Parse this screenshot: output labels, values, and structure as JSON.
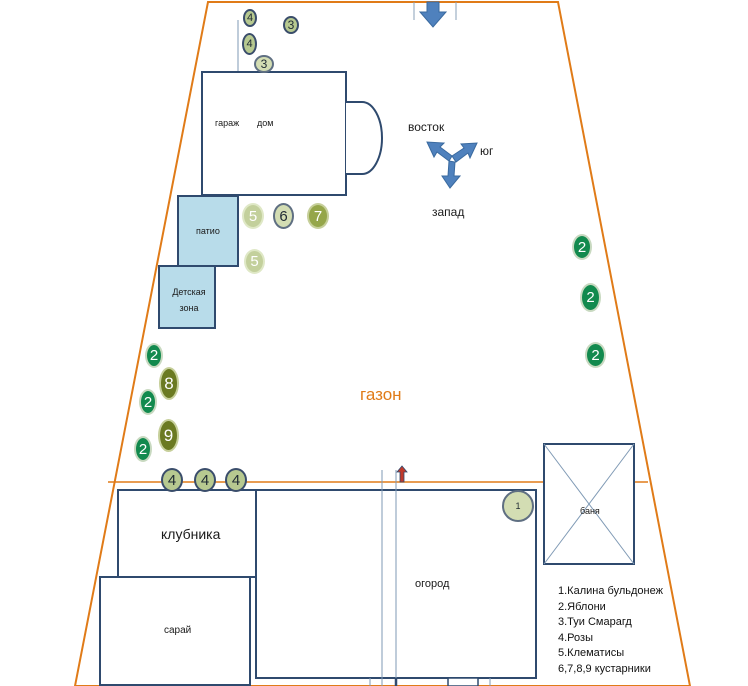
{
  "labels": {
    "garage": "гараж",
    "house": "дом",
    "patio": "патио",
    "kids_zone": "Детская зона",
    "lawn": "газон",
    "strawberry": "клубника",
    "shed": "сарай",
    "garden": "огород",
    "sauna": "баня"
  },
  "compass": {
    "east": "восток",
    "south": "юг",
    "west": "запад"
  },
  "plants": {
    "top_4a": "4",
    "top_3a": "3",
    "top_4b": "4",
    "top_3b": "3",
    "patio_5a": "5",
    "patio_6": "6",
    "patio_7": "7",
    "patio_5b": "5",
    "right_2a": "2",
    "right_2b": "2",
    "right_2c": "2",
    "left_2a": "2",
    "left_8": "8",
    "left_2b": "2",
    "left_9": "9",
    "left_2c": "2",
    "row_4a": "4",
    "row_4b": "4",
    "row_4c": "4",
    "garden_1": "1"
  },
  "legend": [
    "1.Калина бульдонеж",
    "2.Яблони",
    "3.Туи Смарагд",
    "4.Розы",
    "5.Клематисы",
    "6,7,8,9 кустарники"
  ],
  "colors": {
    "boundary": "#e07b18",
    "outline": "#2f4a6e",
    "zone_fill": "#b8dcea",
    "lawn_label": "#e07b18",
    "arrow": "#4f81bd"
  }
}
